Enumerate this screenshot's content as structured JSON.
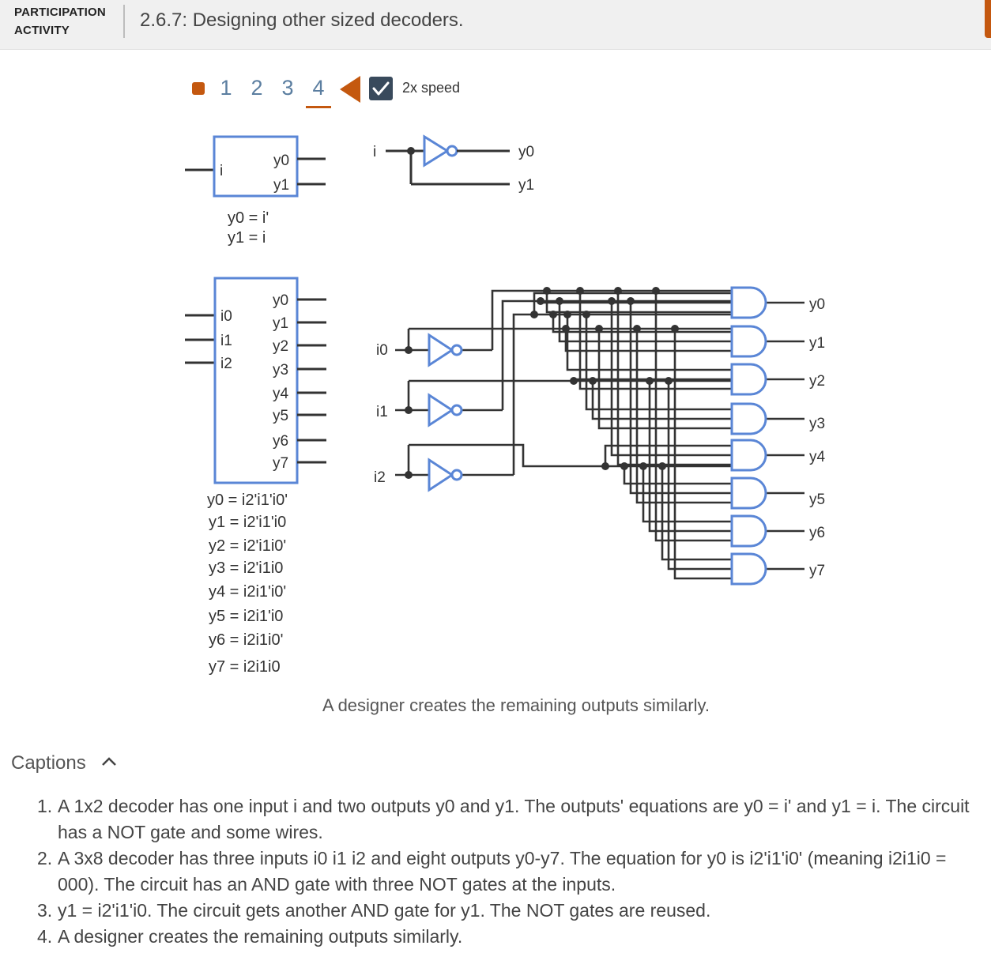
{
  "header": {
    "kind_line1": "PARTICIPATION",
    "kind_line2": "ACTIVITY",
    "title": "2.6.7: Designing other sized decoders.",
    "accent_color": "#c4580f"
  },
  "controls": {
    "start_icon": "square-icon",
    "steps": [
      "1",
      "2",
      "3",
      "4"
    ],
    "active_step": "4",
    "back_icon": "triangle-left-icon",
    "speed_checked": true,
    "speed_label": "2x speed"
  },
  "decoder_1x2": {
    "input": "i",
    "outputs": [
      "y0",
      "y1"
    ],
    "equations": [
      "y0 = i'",
      "y1 = i"
    ],
    "circuit_input": "i",
    "circuit_outputs": [
      "y0",
      "y1"
    ]
  },
  "decoder_3x8": {
    "inputs": [
      "i0",
      "i1",
      "i2"
    ],
    "outputs": [
      "y0",
      "y1",
      "y2",
      "y3",
      "y4",
      "y5",
      "y6",
      "y7"
    ],
    "equations": [
      "y0 = i2'i1'i0'",
      "y1 = i2'i1'i0",
      "y2 = i2'i1i0'",
      "y3 = i2'i1i0",
      "y4 = i2i1'i0'",
      "y5 = i2i1'i0",
      "y6 = i2i1i0'",
      "y7 = i2i1i0"
    ],
    "circuit_inputs": [
      "i0",
      "i1",
      "i2"
    ],
    "circuit_outputs": [
      "y0",
      "y1",
      "y2",
      "y3",
      "y4",
      "y5",
      "y6",
      "y7"
    ]
  },
  "current_caption": "A designer creates the remaining outputs similarly.",
  "captions": {
    "header": "Captions",
    "toggle_icon": "chevron-up-icon",
    "items": [
      {
        "num": "1.",
        "text": "A 1x2 decoder has one input i and two outputs y0 and y1. The outputs' equations are y0 = i' and y1 = i. The circuit has a NOT gate and some wires."
      },
      {
        "num": "2.",
        "text": "A 3x8 decoder has three inputs i0 i1 i2 and eight outputs y0-y7. The equation for y0 is i2'i1'i0' (meaning i2i1i0 = 000). The circuit has an AND gate with three NOT gates at the inputs."
      },
      {
        "num": "3.",
        "text": "y1 = i2'i1'i0. The circuit gets another AND gate for y1. The NOT gates are reused."
      },
      {
        "num": "4.",
        "text": "A designer creates the remaining outputs similarly."
      }
    ]
  },
  "colors": {
    "gate_blue": "#5a86d6",
    "wire": "#333333",
    "orange": "#c4580f"
  }
}
